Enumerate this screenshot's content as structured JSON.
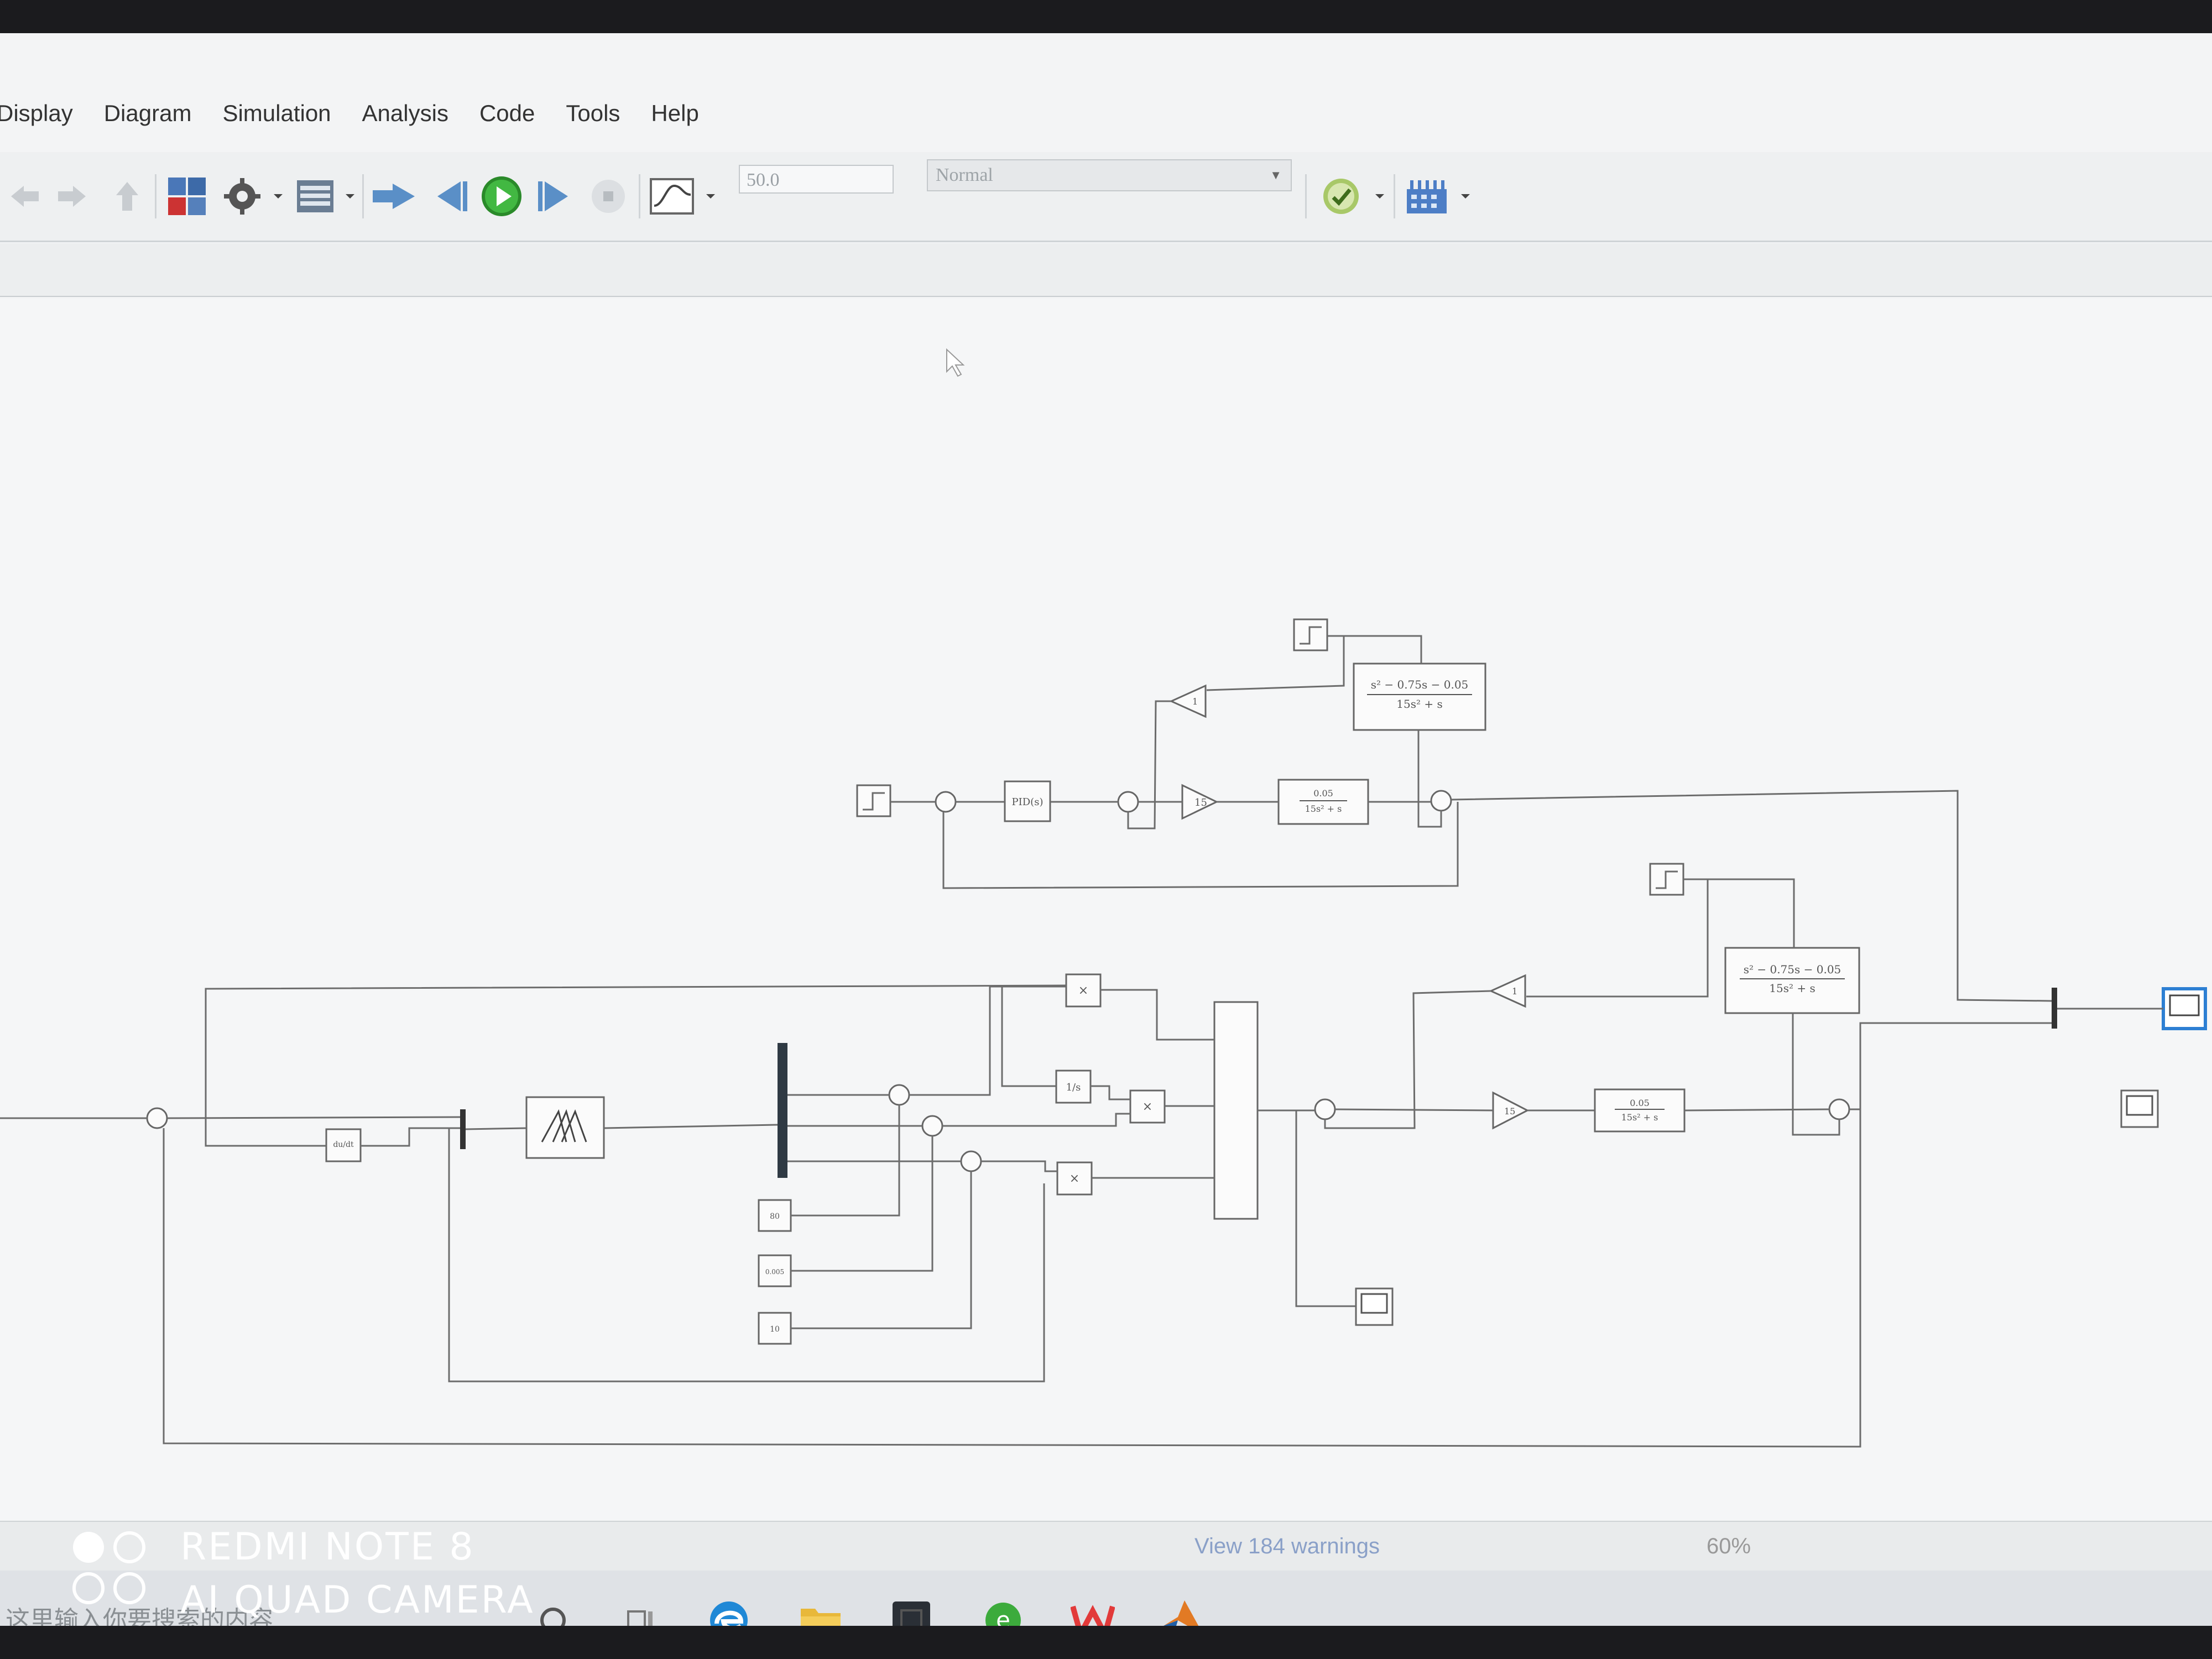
{
  "menu": [
    {
      "label": "Display",
      "accel": "D"
    },
    {
      "label": "Diagram",
      "accel": "D"
    },
    {
      "label": "Simulation",
      "accel": "S"
    },
    {
      "label": "Analysis",
      "accel": "A"
    },
    {
      "label": "Code",
      "accel": "C"
    },
    {
      "label": "Tools",
      "accel": "T"
    },
    {
      "label": "Help",
      "accel": "H"
    }
  ],
  "toolbar": {
    "stop_time": "50.0",
    "sim_mode": "Normal"
  },
  "icons": {
    "back": "arrow-left-icon",
    "forward": "arrow-right-icon",
    "up": "arrow-up-icon",
    "library": "library-browser-icon",
    "settings": "gear-icon",
    "model_explorer": "model-explorer-icon",
    "step_back": "step-back-icon",
    "run": "play-icon",
    "step_forward": "step-forward-icon",
    "stop": "stop-icon",
    "record": "signal-record-icon",
    "check": "check-icon",
    "build": "build-icon"
  },
  "diagram": {
    "top_loop": {
      "pid_label": "PID(s)",
      "gain_label": "15",
      "tf1_num": "0.05",
      "tf1_den": "15s² + s",
      "tf2_num": "s² − 0.75s − 0.05",
      "tf2_den": "15s² + s",
      "neg_gain_label": "1"
    },
    "bottom_loop": {
      "tf_num": "s² − 0.75s − 0.05",
      "tf_den": "15s² + s",
      "gain_label": "15",
      "tf1_num": "0.05",
      "tf1_den": "15s² + s",
      "neg_gain_label": "1",
      "const1": "80",
      "const2": "0.005",
      "const3": "10",
      "deriv_label": "du/dt",
      "integ_label": "1/s",
      "mult": "×"
    }
  },
  "status": {
    "warnings": "View 184 warnings",
    "zoom": "60%"
  },
  "taskbar": {
    "search_placeholder": "这里输入你要搜索的内容"
  },
  "watermark": {
    "line1": "REDMI NOTE 8",
    "line2": "AI QUAD CAMERA"
  }
}
